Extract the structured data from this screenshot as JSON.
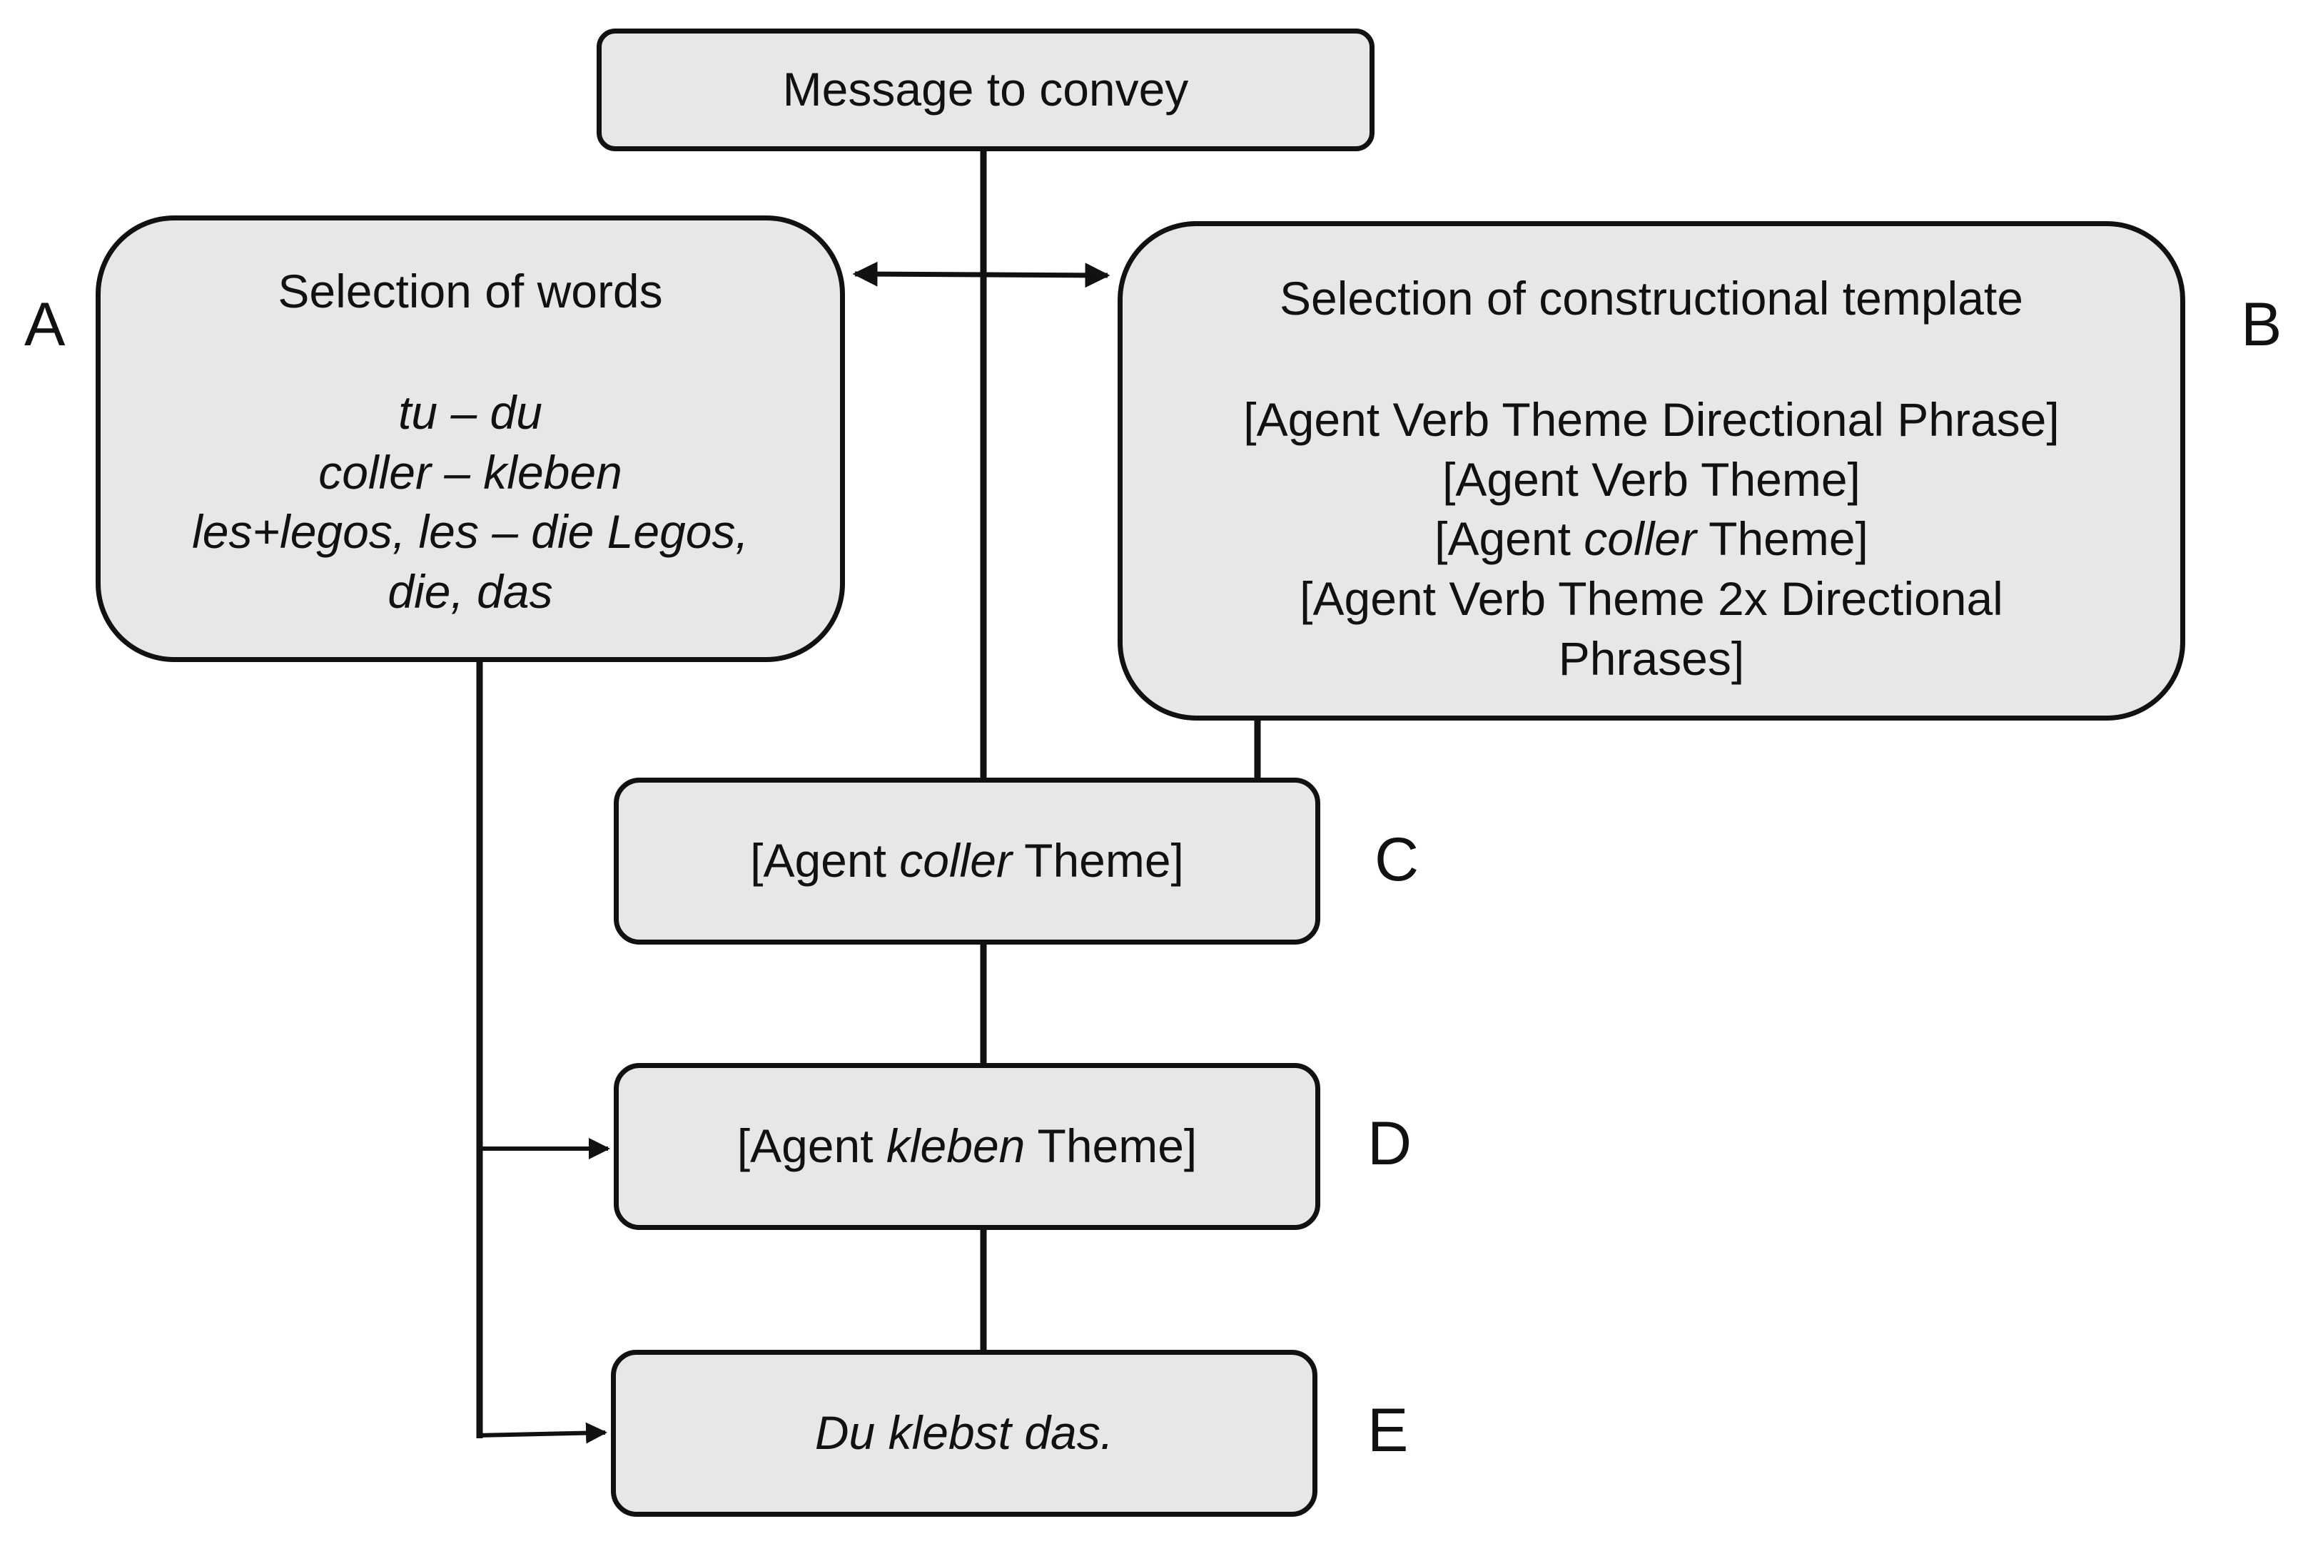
{
  "nodes": {
    "message": {
      "label": "Message to convey"
    },
    "words": {
      "title": "Selection of words",
      "lines": [
        "tu – du",
        "coller – kleben",
        "les+legos, les – die Legos,",
        "die, das"
      ],
      "letter": "A"
    },
    "template": {
      "title": "Selection of constructional template",
      "lines": [
        {
          "before": "[Agent Verb Theme Directional Phrase]",
          "italic": "",
          "after": ""
        },
        {
          "before": "[Agent Verb Theme]",
          "italic": "",
          "after": ""
        },
        {
          "before": "[Agent ",
          "italic": "coller",
          "after": " Theme]"
        },
        {
          "before": "[Agent Verb Theme 2x Directional",
          "italic": "",
          "after": ""
        },
        {
          "before": "Phrases]",
          "italic": "",
          "after": ""
        }
      ],
      "letter": "B"
    },
    "c": {
      "before": "[Agent ",
      "italic": "coller",
      "after": " Theme]",
      "letter": "C"
    },
    "d": {
      "before": "[Agent ",
      "italic": "kleben",
      "after": " Theme]",
      "letter": "D"
    },
    "e": {
      "label": "Du klebst das.",
      "letter": "E"
    }
  },
  "edges": [
    {
      "from": "message",
      "to": "c",
      "style": "line"
    },
    {
      "from": "words",
      "to": "template",
      "style": "double-arrow"
    },
    {
      "from": "template",
      "to": "c",
      "style": "line"
    },
    {
      "from": "c",
      "to": "d",
      "style": "line"
    },
    {
      "from": "d",
      "to": "e",
      "style": "line"
    },
    {
      "from": "words",
      "to": "d",
      "style": "arrow"
    },
    {
      "from": "words",
      "to": "e",
      "style": "arrow"
    }
  ]
}
